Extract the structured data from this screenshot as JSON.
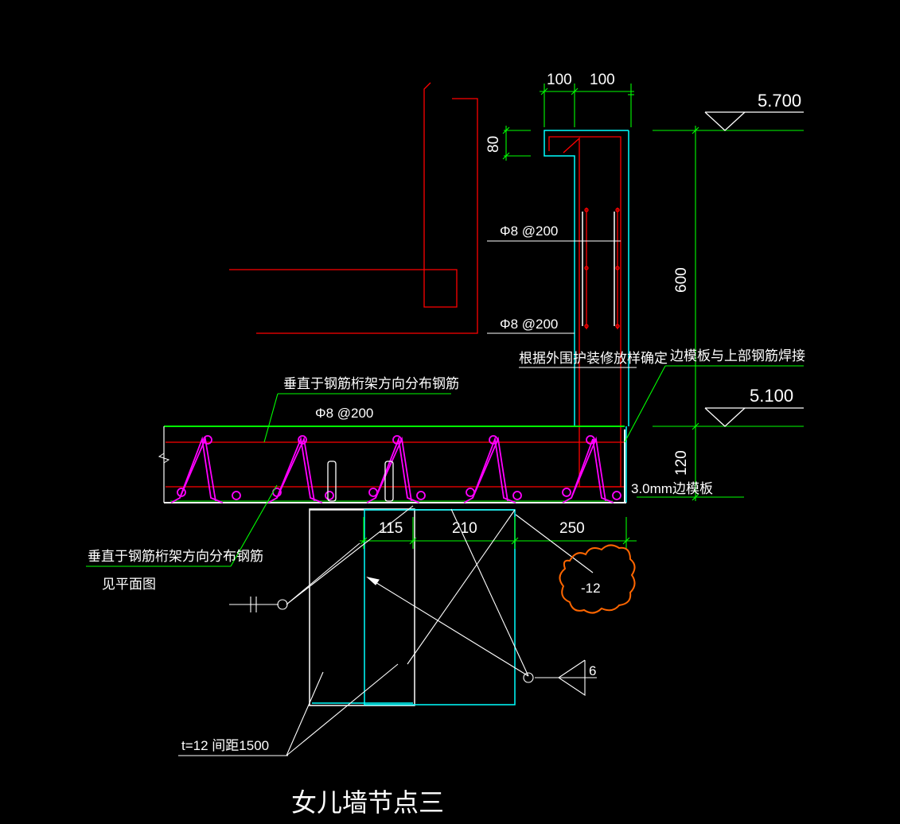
{
  "title": "女儿墙节点三",
  "levels": {
    "top": "5.700",
    "bottom": "5.100"
  },
  "dimensions": {
    "top_100_a": "100",
    "top_100_b": "100",
    "cap_80": "80",
    "height_600": "600",
    "slab_120": "120",
    "span_115": "115",
    "span_210": "210",
    "span_250": "250"
  },
  "labels": {
    "rebar_1": "Φ8 @200",
    "rebar_2": "Φ8 @200",
    "rebar_slab": "Φ8 @200",
    "decoration_note": "根据外围护装修放样确定",
    "edge_weld_note": "边模板与上部钢筋焊接",
    "dist_rebar_top": "垂直于钢筋桁架方向分布钢筋",
    "dist_rebar_bottom": "垂直于钢筋桁架方向分布钢筋",
    "see_plan": "见平面图",
    "edge_form": "3.0mm边模板",
    "plate_minus12": "-12",
    "weld_size": "6",
    "stiffener": "t=12 间距1500"
  },
  "colors": {
    "background": "#000000",
    "concrete_outline": "#00ffff",
    "rebar": "#ff0000",
    "truss": "#ff00ff",
    "dimension": "#00ff00",
    "leader": "#ffffff",
    "steel_beam": "#ffffff",
    "revision_cloud": "#ff6600"
  },
  "icons": [
    "level-marker-icon",
    "weld-symbol-icon",
    "revision-cloud-icon",
    "section-break-icon"
  ]
}
